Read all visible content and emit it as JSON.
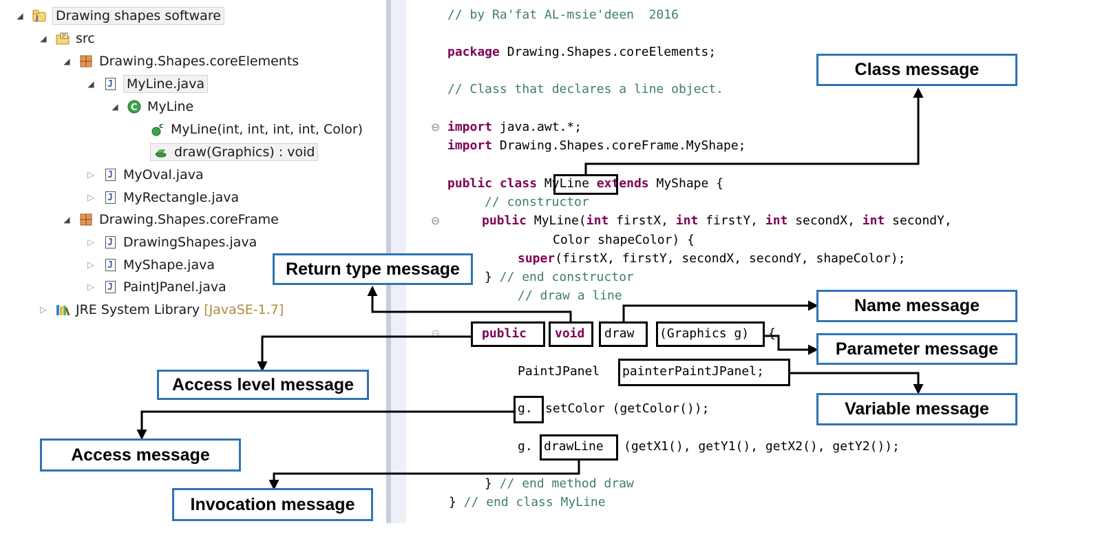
{
  "tree": {
    "project": "Drawing shapes software",
    "src": "src",
    "pkg_core_elements": "Drawing.Shapes.coreElements",
    "myline_java": "MyLine.java",
    "myline_class": "MyLine",
    "constructor": "MyLine(int, int, int, int, Color)",
    "draw_method": "draw(Graphics) : void",
    "myoval_java": "MyOval.java",
    "myrectangle_java": "MyRectangle.java",
    "pkg_core_frame": "Drawing.Shapes.coreFrame",
    "drawingshapes_java": "DrawingShapes.java",
    "myshape_java": "MyShape.java",
    "paintjpanel_java": "PaintJPanel.java",
    "jre_label": "JRE System Library",
    "jre_version": "[JavaSE-1.7]"
  },
  "code": {
    "l1": "// by Ra'fat AL-msie'deen  2016",
    "l2_kw": "package",
    "l2_rest": " Drawing.Shapes.coreElements;",
    "l3": "// Class that declares a line object.",
    "l4_kw": "import",
    "l4_rest": " java.awt.*;",
    "l5_kw": "import",
    "l5_rest": " Drawing.Shapes.coreFrame.MyShape;",
    "l6_kw1": "public",
    "l6_kw2": "class",
    "l6_name": "MyLine",
    "l6_kw3": "extends",
    "l6_rest": " MyShape {",
    "l7": "// constructor",
    "l8_kw": "public",
    "l8_a": " MyLine(",
    "l8_int1": "int",
    "l8_b": " firstX, ",
    "l8_int2": "int",
    "l8_c": " firstY, ",
    "l8_int3": "int",
    "l8_d": " secondX, ",
    "l8_int4": "int",
    "l8_e": " secondY,",
    "l9": "Color shapeColor) {",
    "l10_kw": "super",
    "l10_rest": "(firstX, firstY, secondX, secondY, shapeColor);",
    "l11_brace": "}",
    "l11_cm": " // end constructor",
    "l12": "// draw a line",
    "l13_public": "public",
    "l13_void": "void",
    "l13_draw": "draw",
    "l13_params": "(Graphics g)",
    "l13_brace": "{",
    "l14_type": "PaintJPanel",
    "l14_var": "painterPaintJPanel;",
    "l15_g": "g.",
    "l15_rest": "setColor (getColor());",
    "l16_g": "g.",
    "l16_call": "drawLine",
    "l16_rest": "(getX1(), getY1(), getX2(), getY2());",
    "l17_brace": "}",
    "l17_cm": " // end method draw",
    "l18_brace": "}",
    "l18_cm": " // end class MyLine"
  },
  "labels": {
    "class_msg": "Class message",
    "return_type_msg": "Return type message",
    "name_msg": "Name message",
    "parameter_msg": "Parameter message",
    "access_level_msg": "Access level message",
    "variable_msg": "Variable message",
    "access_msg": "Access message",
    "invocation_msg": "Invocation message"
  },
  "colors": {
    "label_border": "#2e74b5",
    "keyword": "#7f0055",
    "comment": "#3f7f5f"
  }
}
